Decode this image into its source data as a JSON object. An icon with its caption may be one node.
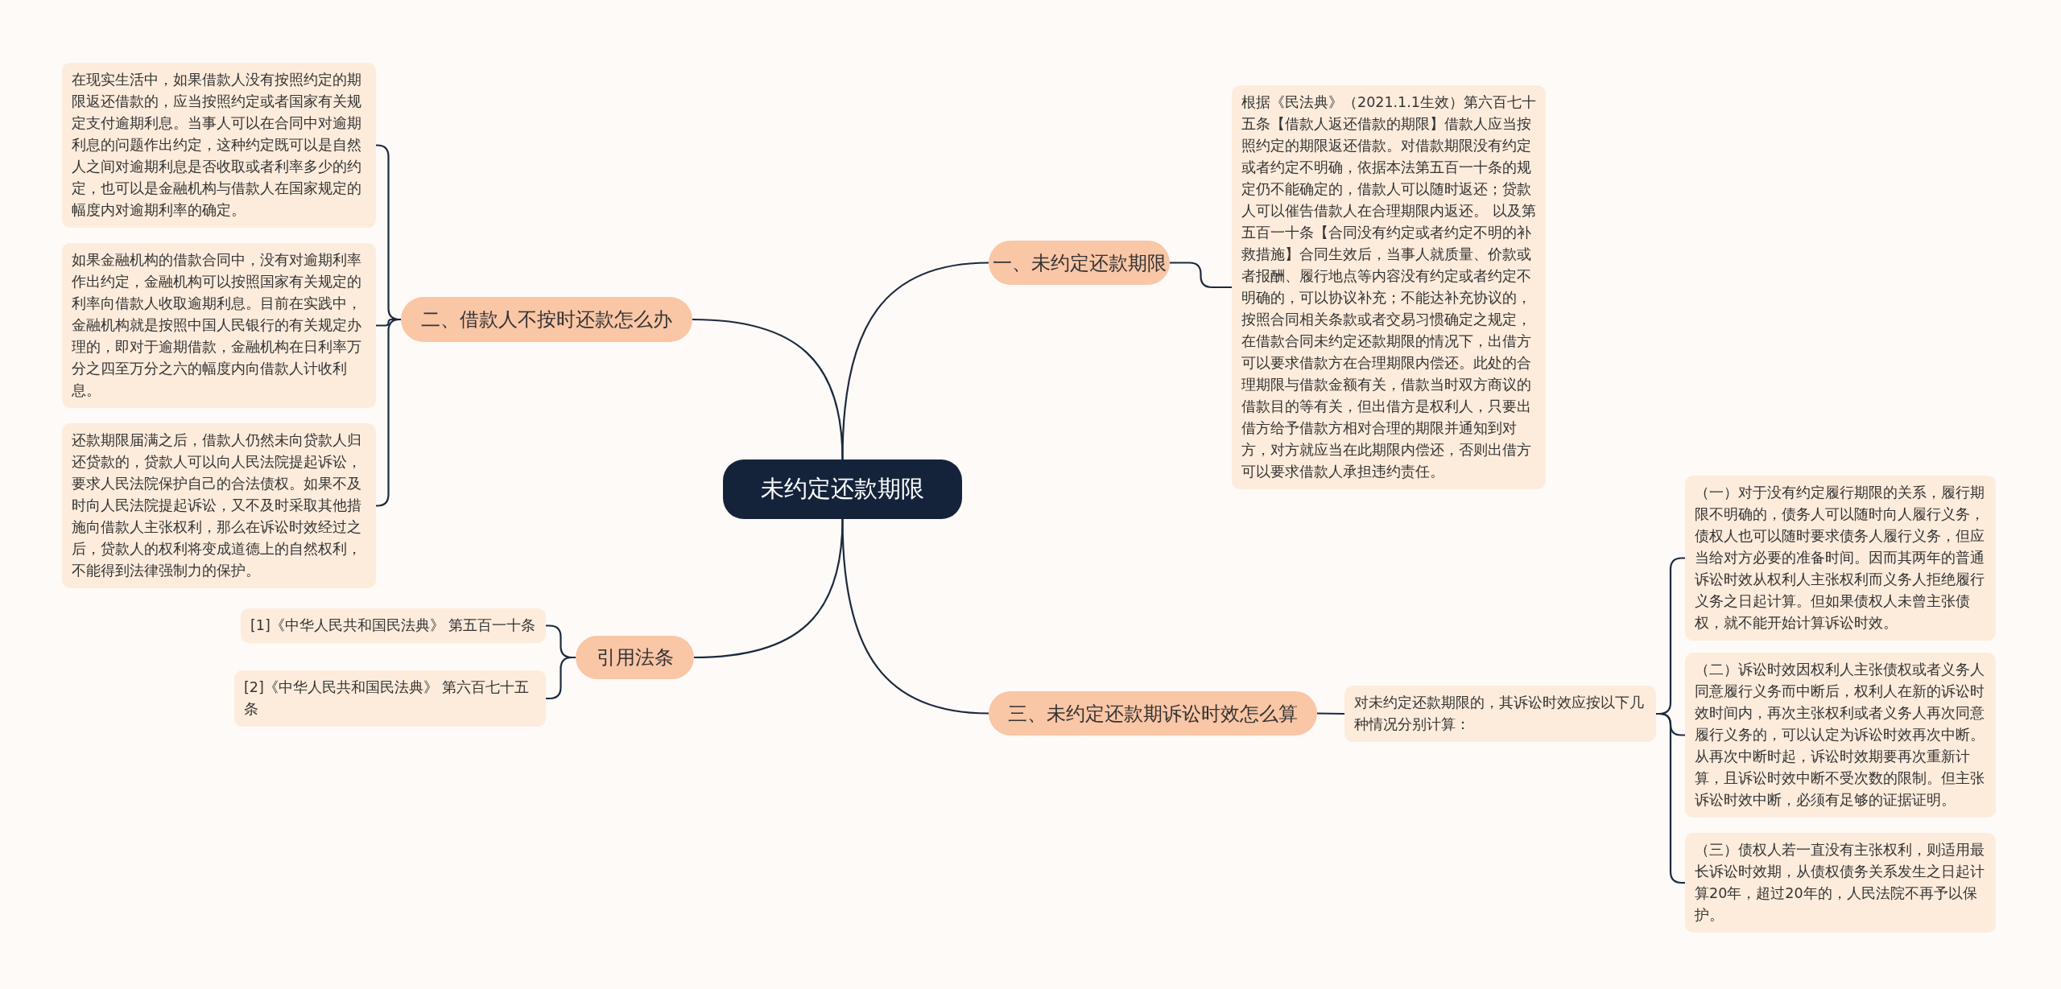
{
  "diagram": {
    "nodes": [
      {
        "text": [
          "未约定还款期限"
        ]
      },
      {
        "text": [
          "一、未约定还款期限"
        ]
      },
      {
        "text": [
          "根据《民法典》（2021.1.1生效）第六百七十五条【借款人返还借款的期限】借款人应当按照约定的期限返还借款。对借款期限没有约定或者约定不明确，依据本法第五百一十条的规定仍不能确定的，借款人可以随时返还；贷款人可以催告借款人在合理期限内返还。 以及第五百一十条【合同没有约定或者约定不明的补救措施】合同生效后，当事人就质量、价款或者报酬、履行地点等内容没有约定或者约定不明确的，可以协议补充；不能达补充协议的，按照合同相关条款或者交易习惯确定之规定，在借款合同未约定还款期限的情况下，出借方可以要求借款方在合理期限内偿还。此处的合理期限与借款金额有关，借款当时双方商议的借款目的等有关，但出借方是权利人，只要出借方给予借款方相对合理的期限并通知到对方，对方就应当在此期限内偿还，否则出借方可以要求借款人承担违约责任。"
        ]
      },
      {
        "text": [
          "二、借款人不按时还款怎么办"
        ]
      },
      {
        "text": [
          "在现实生活中，如果借款人没有按照约定的期限返还借款的，应当按照约定或者国家有关规定支付逾期利息。当事人可以在合同中对逾期利息的问题作出约定，这种约定既可以是自然人之间对逾期利息是否收取或者利率多少的约定，也可以是金融机构与借款人在国家规定的幅度内对逾期利率的确定。"
        ]
      },
      {
        "text": [
          "如果金融机构的借款合同中，没有对逾期利率作出约定，金融机构可以按照国家有关规定的利率向借款人收取逾期利息。目前在实践中，金融机构就是按照中国人民银行的有关规定办理的，即对于逾期借款，金融机构在日利率万分之四至万分之六的幅度内向借款人计收利息。"
        ]
      },
      {
        "text": [
          "还款期限届满之后，借款人仍然未向贷款人归还贷款的，贷款人可以向人民法院提起诉讼，要求人民法院保护自己的合法债权。如果不及时向人民法院提起诉讼，又不及时采取其他措施向借款人主张权利，那么在诉讼时效经过之后，贷款人的权利将变成道德上的自然权利，不能得到法律强制力的保护。"
        ]
      },
      {
        "text": [
          "引用法条"
        ]
      },
      {
        "text": [
          "[1]《中华人民共和国民法典》 第五百一十条"
        ]
      },
      {
        "text": [
          "[2]《中华人民共和国民法典》 第六百七十五条"
        ]
      },
      {
        "text": [
          "三、未约定还款期诉讼时效怎么算"
        ]
      },
      {
        "text": [
          "对未约定还款期限的，其诉讼时效应按以下几种情况分别计算："
        ]
      },
      {
        "text": [
          "（一）对于没有约定履行期限的关系，履行期限不明确的，债务人可以随时向人履行义务，债权人也可以随时要求债务人履行义务，但应当给对方必要的准备时间。因而其两年的普通诉讼时效从权利人主张权利而义务人拒绝履行义务之日起计算。但如果债权人未曾主张债权，就不能开始计算诉讼时效。"
        ]
      },
      {
        "text": [
          "（二）诉讼时效因权利人主张债权或者义务人同意履行义务而中断后，权利人在新的诉讼时效时间内，再次主张权利或者义务人再次同意履行义务的，可以认定为诉讼时效再次中断。从再次中断时起，诉讼时效期要再次重新计算，且诉讼时效中断不受次数的限制。但主张诉讼时效中断，必须有足够的证据证明。"
        ]
      },
      {
        "text": [
          "（三）债权人若一直没有主张权利，则适用最长诉讼时效期，从债权债务关系发生之日起计算20年，超过20年的，人民法院不再予以保护。"
        ]
      }
    ],
    "edges": [
      {
        "from": 0,
        "to": 1,
        "arrow": "none"
      },
      {
        "from": 1,
        "to": 2,
        "arrow": "none"
      },
      {
        "from": 0,
        "to": 3,
        "arrow": "none"
      },
      {
        "from": 3,
        "to": 4,
        "arrow": "none"
      },
      {
        "from": 3,
        "to": 5,
        "arrow": "none"
      },
      {
        "from": 3,
        "to": 6,
        "arrow": "none"
      },
      {
        "from": 0,
        "to": 7,
        "arrow": "none"
      },
      {
        "from": 7,
        "to": 8,
        "arrow": "none"
      },
      {
        "from": 7,
        "to": 9,
        "arrow": "none"
      },
      {
        "from": 0,
        "to": 10,
        "arrow": "none"
      },
      {
        "from": 10,
        "to": 11,
        "arrow": "none"
      },
      {
        "from": 11,
        "to": 12,
        "arrow": "none"
      },
      {
        "from": 11,
        "to": 13,
        "arrow": "none"
      },
      {
        "from": 11,
        "to": 14,
        "arrow": "none"
      }
    ]
  }
}
